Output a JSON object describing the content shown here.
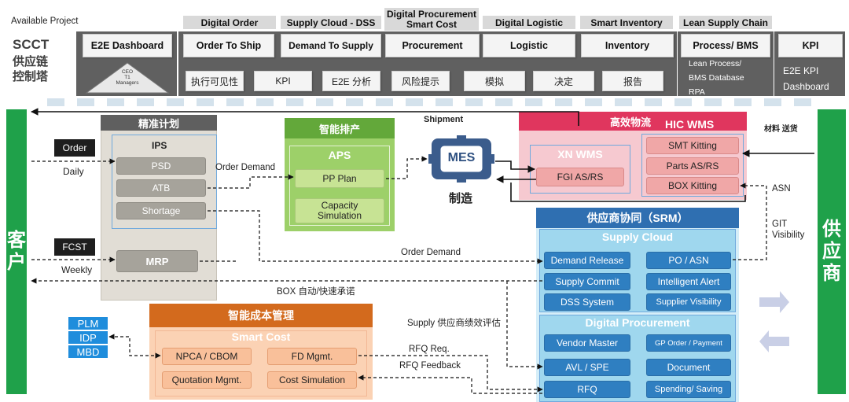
{
  "header": {
    "available_project": "Available Project",
    "scct": "SCCT",
    "scct_cn": "供应链\n控制塔",
    "dashboard": "E2E Dashboard",
    "pyramid": "CEO\nT1\nManagers",
    "groups": [
      "Digital Order",
      "Supply Cloud - DSS",
      "Digital Procurement\nSmart Cost",
      "Digital Logistic",
      "Smart Inventory",
      "Lean Supply Chain"
    ],
    "modules": [
      "Order To Ship",
      "Demand To Supply",
      "Procurement",
      "Logistic",
      "Inventory",
      "Process/ BMS",
      "KPI"
    ],
    "subs": [
      "执行可见性",
      "KPI",
      "E2E 分析",
      "风险提示",
      "模拟",
      "决定",
      "报告"
    ],
    "lean_notes": [
      "Lean Process/",
      "BMS Database",
      "RPA"
    ],
    "kpi_notes": [
      "E2E KPI",
      "Dashboard"
    ]
  },
  "left_bar": "客\n户",
  "right_bar": "供\n应\n商",
  "customer": {
    "order": "Order",
    "daily": "Daily",
    "fcst": "FCST",
    "weekly": "Weekly"
  },
  "planning": {
    "title": "精准计划",
    "ips": "IPS",
    "items": [
      "PSD",
      "ATB",
      "Shortage"
    ],
    "mrp": "MRP"
  },
  "aps": {
    "title": "智能排产",
    "name": "APS",
    "items": [
      "PP Plan",
      "Capacity\nSimulation"
    ]
  },
  "mes": {
    "name": "MES",
    "label": "制造",
    "shipment": "Shipment"
  },
  "logistics": {
    "title": "高效物流",
    "hic": "HIC WMS",
    "xn": "XN WMS",
    "fgi": "FGI AS/RS",
    "hic_items": [
      "SMT Kitting",
      "Parts AS/RS",
      "BOX Kitting"
    ],
    "materials": "材料 送货"
  },
  "srm": {
    "title": "供应商协同（SRM）",
    "supply_cloud": "Supply Cloud",
    "cloud_left": [
      "Demand Release",
      "Supply Commit",
      "DSS System"
    ],
    "cloud_right": [
      "PO / ASN",
      "Intelligent Alert",
      "Supplier Visibility"
    ],
    "digital_procurement": "Digital Procurement",
    "proc_left": [
      "Vendor Master",
      "AVL / SPE",
      "RFQ"
    ],
    "proc_right": [
      "GP Order / Payment",
      "Document",
      "Spending/ Saving"
    ]
  },
  "cost": {
    "title": "智能成本管理",
    "subtitle": "Smart Cost",
    "items": [
      "NPCA / CBOM",
      "FD Mgmt.",
      "Quotation Mgmt.",
      "Cost Simulation"
    ]
  },
  "plm": [
    "PLM",
    "IDP",
    "MBD"
  ],
  "flow_labels": {
    "order_demand_1": "Order Demand",
    "order_demand_2": "Order Demand",
    "box_commit": "BOX 自动/快速承诺",
    "supply_eval": "Supply 供应商绩效评估",
    "rfq_req": "RFQ Req.",
    "rfq_feedback": "RFQ Feedback",
    "asn": "ASN",
    "git_visibility": "GIT\nVisibility"
  },
  "colors": {
    "green_bar": "#1fa14a",
    "planning_header": "#5f5f5f",
    "aps_header": "#63a83a",
    "logistics_header": "#e0365e",
    "srm_header": "#2f6fb1",
    "cost_header": "#d36a1d",
    "plm_blue": "#1f8ddc"
  }
}
